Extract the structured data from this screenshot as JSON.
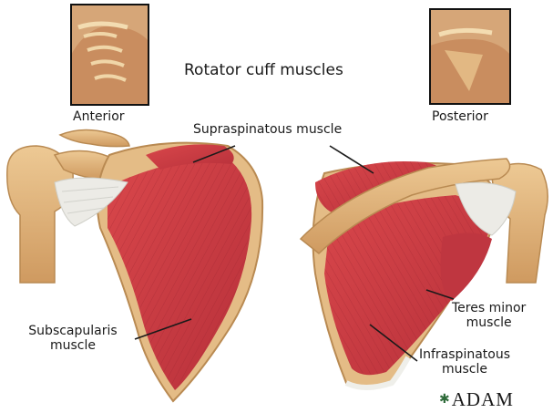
{
  "title": "Rotator cuff muscles",
  "views": {
    "anterior": "Anterior",
    "posterior": "Posterior"
  },
  "labels": {
    "supraspinatous": "Supraspinatous muscle",
    "subscapularis_line1": "Subscapularis",
    "subscapularis_line2": "muscle",
    "teres_minor_line1": "Teres minor",
    "teres_minor_line2": "muscle",
    "infraspinatous_line1": "Infraspinatous",
    "infraspinatous_line2": "muscle"
  },
  "logo": "ADAM",
  "colors": {
    "muscle": "#cc3b3f",
    "muscle_dark": "#a82a30",
    "bone": "#e1b57c",
    "bone_dark": "#b98a52",
    "tendon": "#ecebe6",
    "skin": "#d9a173"
  }
}
